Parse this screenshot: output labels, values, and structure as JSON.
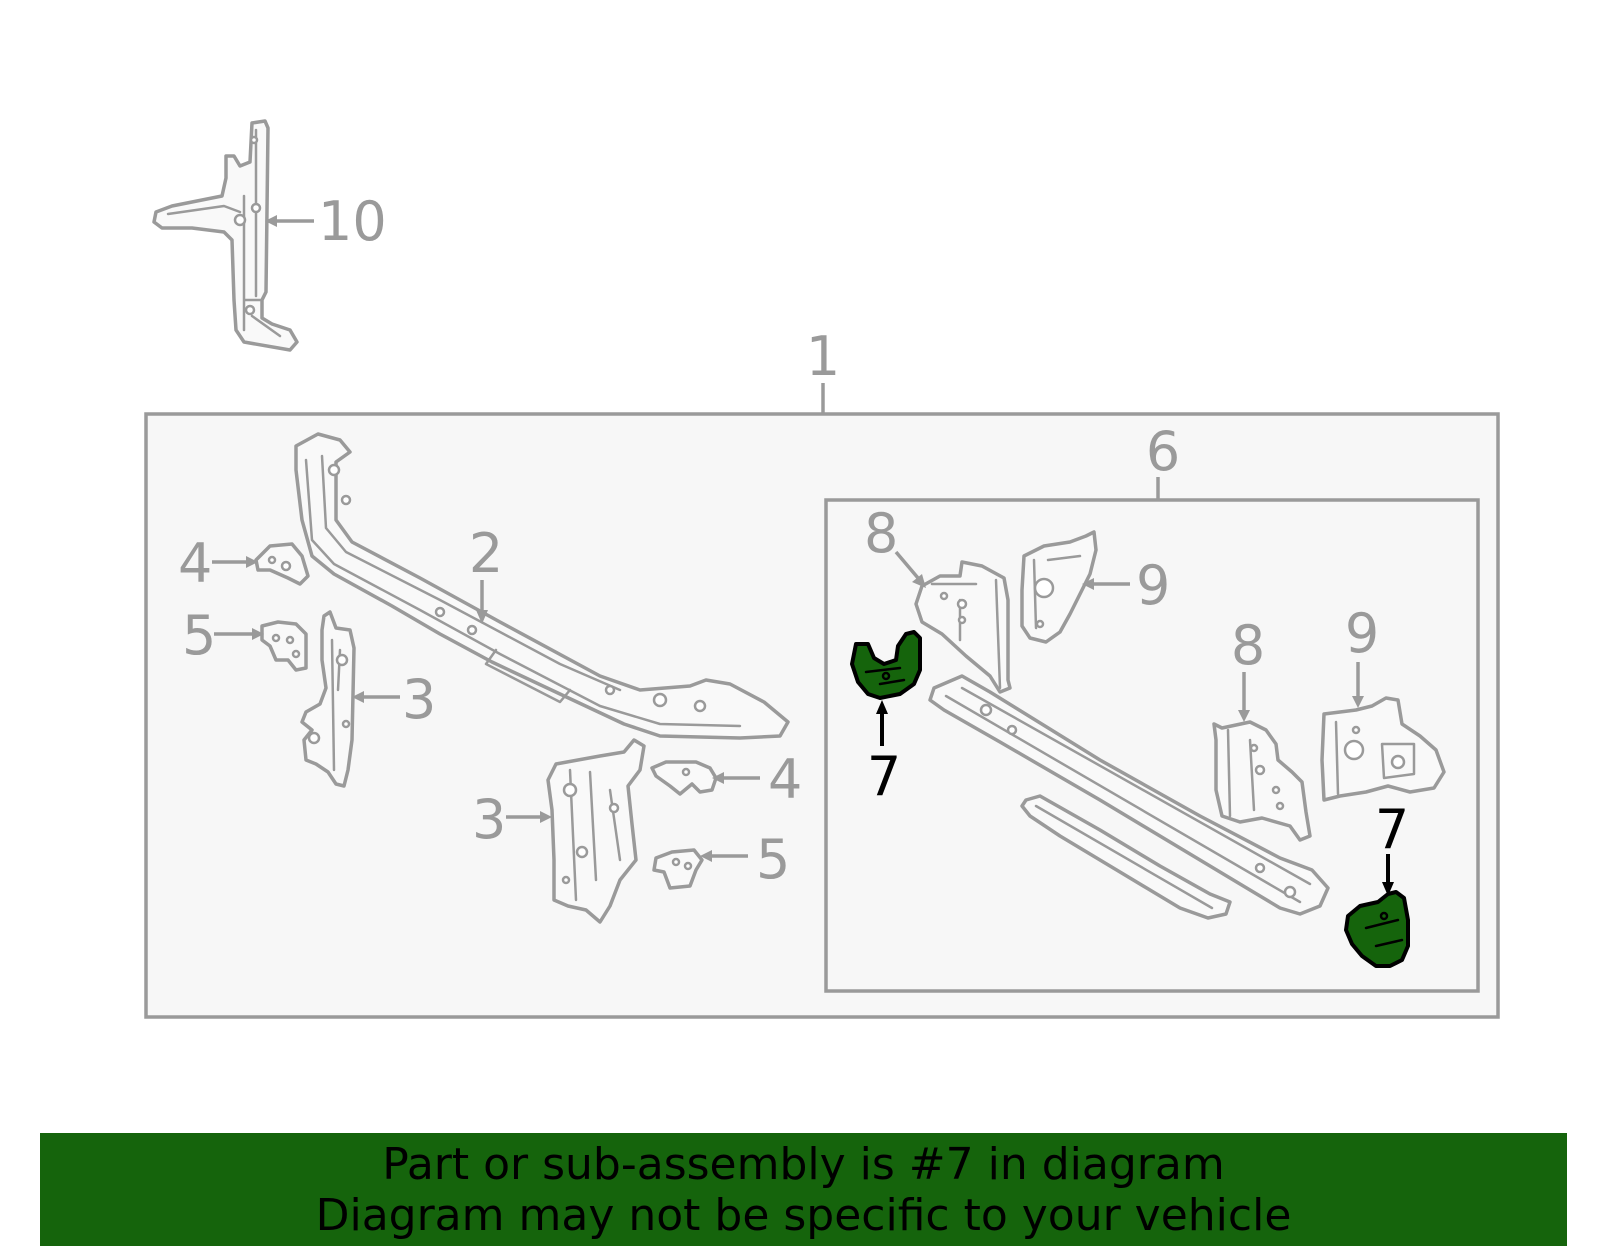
{
  "callouts": {
    "c1": "1",
    "c2": "2",
    "c3a": "3",
    "c3b": "3",
    "c4a": "4",
    "c4b": "4",
    "c5a": "5",
    "c5b": "5",
    "c6": "6",
    "c7a": "7",
    "c7b": "7",
    "c8a": "8",
    "c8b": "8",
    "c9a": "9",
    "c9b": "9",
    "c10": "10"
  },
  "highlighted_part": "7",
  "colors": {
    "highlight_fill": "#15640c",
    "banner_bg": "#15640c",
    "line_gray": "#9a9a9a",
    "box_fill": "#f7f7f7"
  },
  "banner": {
    "line1": "Part or sub-assembly is #7 in diagram",
    "line2": "Diagram may not be specific to your vehicle"
  }
}
